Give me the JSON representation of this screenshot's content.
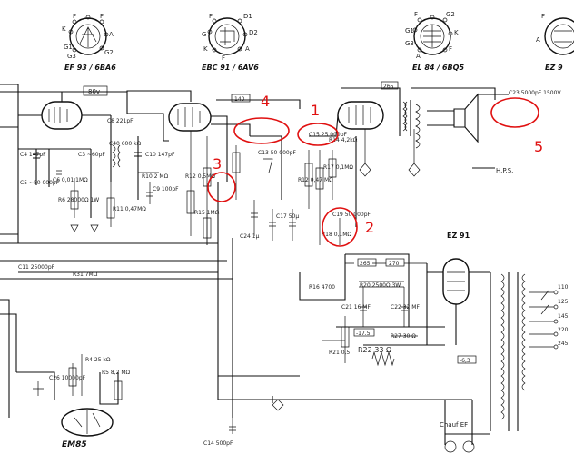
{
  "colors": {
    "ink": "#111111",
    "annotation": "#e01010",
    "paper": "#ffffff"
  },
  "tubes_top": [
    {
      "name": "EF 93 / 6BA6",
      "pins": [
        "K",
        "G1",
        "G3",
        "F",
        "F",
        "A",
        "G2"
      ]
    },
    {
      "name": "EBC 91 / 6AV6",
      "pins": [
        "F",
        "G",
        "K",
        "D1",
        "D2",
        "A",
        "F"
      ]
    },
    {
      "name": "EL 84 / 6BQ5",
      "pins": [
        "F",
        "G1",
        "G3",
        "G2",
        "K",
        "F",
        "A"
      ]
    },
    {
      "name": "EZ 9"
    }
  ],
  "tube_bottom": "EM85",
  "rectifier": "EZ 91",
  "voltages": {
    "v1": "80v",
    "v2": "140",
    "v3": "265",
    "v4": "265",
    "v5": "270",
    "v6": "-17.5",
    "v7": "-6,3"
  },
  "components": {
    "c3": "C3 ~60pF",
    "c4": "C4 147pF",
    "c5": "C5 ~50 000pF",
    "c6": "C6 0,01 1MΩ",
    "r6": "R6 28000Ω 1W",
    "c8": "C8 221pF",
    "c9": "C9 100pF",
    "c10": "C10 147pF",
    "c11": "C11 25000pF",
    "r4": "R4 25 kΩ",
    "r5": "R5 8,2 MΩ",
    "r10": "R10 2 MΩ",
    "r11": "R11 0,47MΩ",
    "r12": "R12 0,47 MΩ",
    "c13": "C13 50 000pF",
    "c14": "C14 500pF",
    "c15": "C15 25 000pF",
    "c17": "C17 50μ",
    "r14": "R14 4,2kΩ",
    "c19": "C19 50 000pF",
    "r15": "R15 1MΩ",
    "r16": "R16 4700",
    "r17": "R17 0,1MΩ",
    "r18": "R18 0,1MΩ",
    "c21": "C21 16 MF",
    "c22": "C22 32 MF",
    "r20": "R20 2500Ω 3W",
    "r21": "R21 0,5",
    "r22": "R22 33 Ω",
    "r27": "R27 30 Ω",
    "c23": "C23 5000pF 1500V",
    "c24": "C24 1μ",
    "c26": "C26 10000pF",
    "c40": "C40 600 kΩ",
    "r12b": "R12 0,5MΩ",
    "r31": "R31 7MΩ",
    "hps": "H.P.S.",
    "chauf": "Chauf EF",
    "mains": [
      "110",
      "125",
      "145",
      "220",
      "245"
    ]
  },
  "annotations": [
    "4",
    "1",
    "3",
    "2",
    "5"
  ]
}
